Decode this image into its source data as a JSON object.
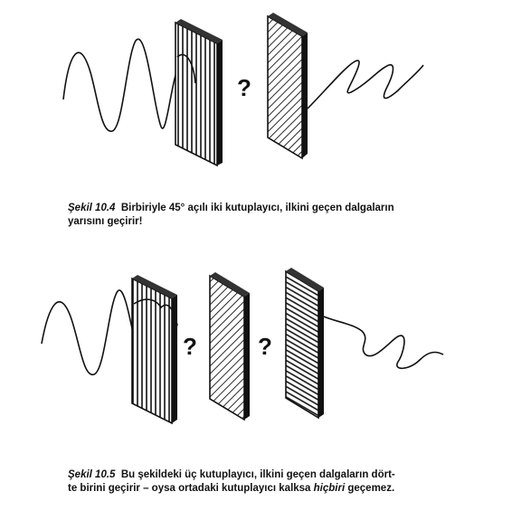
{
  "figure1": {
    "question_mark": "?",
    "caption_label": "Şekil 10.4",
    "caption_line1": "Birbiriyle 45° açılı iki kutuplayıcı, ilkini geçen dalgaların",
    "caption_line2": "yarısını geçirir!"
  },
  "figure2": {
    "question_mark_1": "?",
    "question_mark_2": "?",
    "caption_label": "Şekil 10.5",
    "caption_line1": "Bu şekildeki üç kutuplayıcı, ilkini geçen dalgaların dört-",
    "caption_line2_a": "te birini geçirir – oysa ortadaki kutuplayıcı kalksa ",
    "caption_emph": "hiçbiri",
    "caption_line2_b": " geçemez."
  }
}
